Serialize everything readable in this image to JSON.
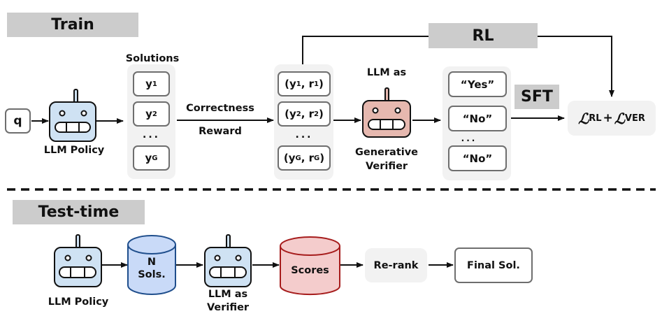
{
  "train": {
    "section_label": "Train",
    "query_label": "q",
    "policy_caption": "LLM Policy",
    "solutions_title": "Solutions",
    "solutions": [
      "y",
      "y",
      "y"
    ],
    "solution_subscripts": [
      "1",
      "2",
      "G"
    ],
    "ellipsis": "...",
    "reward_label_top": "Correctness",
    "reward_label_bottom": "Reward",
    "pairs": [
      {
        "y": "y",
        "y_sub": "1",
        "r": "r",
        "r_sub": "1"
      },
      {
        "y": "y",
        "y_sub": "2",
        "r": "r",
        "r_sub": "2"
      },
      {
        "y": "y",
        "y_sub": "G",
        "r": "r",
        "r_sub": "G"
      }
    ],
    "verifier_caption_top": "LLM as",
    "verifier_caption_bottom_1": "Generative",
    "verifier_caption_bottom_2": "Verifier",
    "verdicts": [
      "“Yes”",
      "“No”",
      "“No”"
    ],
    "rl_label": "RL",
    "sft_label": "SFT",
    "loss": {
      "symbol": "ℒ",
      "sub1": "RL",
      "plus": "+",
      "sub2": "VER"
    }
  },
  "test": {
    "section_label": "Test-time",
    "policy_caption": "LLM Policy",
    "n_sols_line1": "N",
    "n_sols_line2": "Sols.",
    "verifier_caption_1": "LLM as",
    "verifier_caption_2": "Verifier",
    "scores_label": "Scores",
    "rerank_label": "Re-rank",
    "final_label": "Final Sol."
  },
  "colors": {
    "robot_blue": "#cfe2f3",
    "robot_red": "#e6b8af",
    "db_blue_fill": "#c9daf8",
    "db_blue_stroke": "#1f4e8c",
    "db_red_fill": "#f4cccc",
    "db_red_stroke": "#a61c1c",
    "label_gray": "#cccccc",
    "group_gray": "#f2f2f2"
  }
}
